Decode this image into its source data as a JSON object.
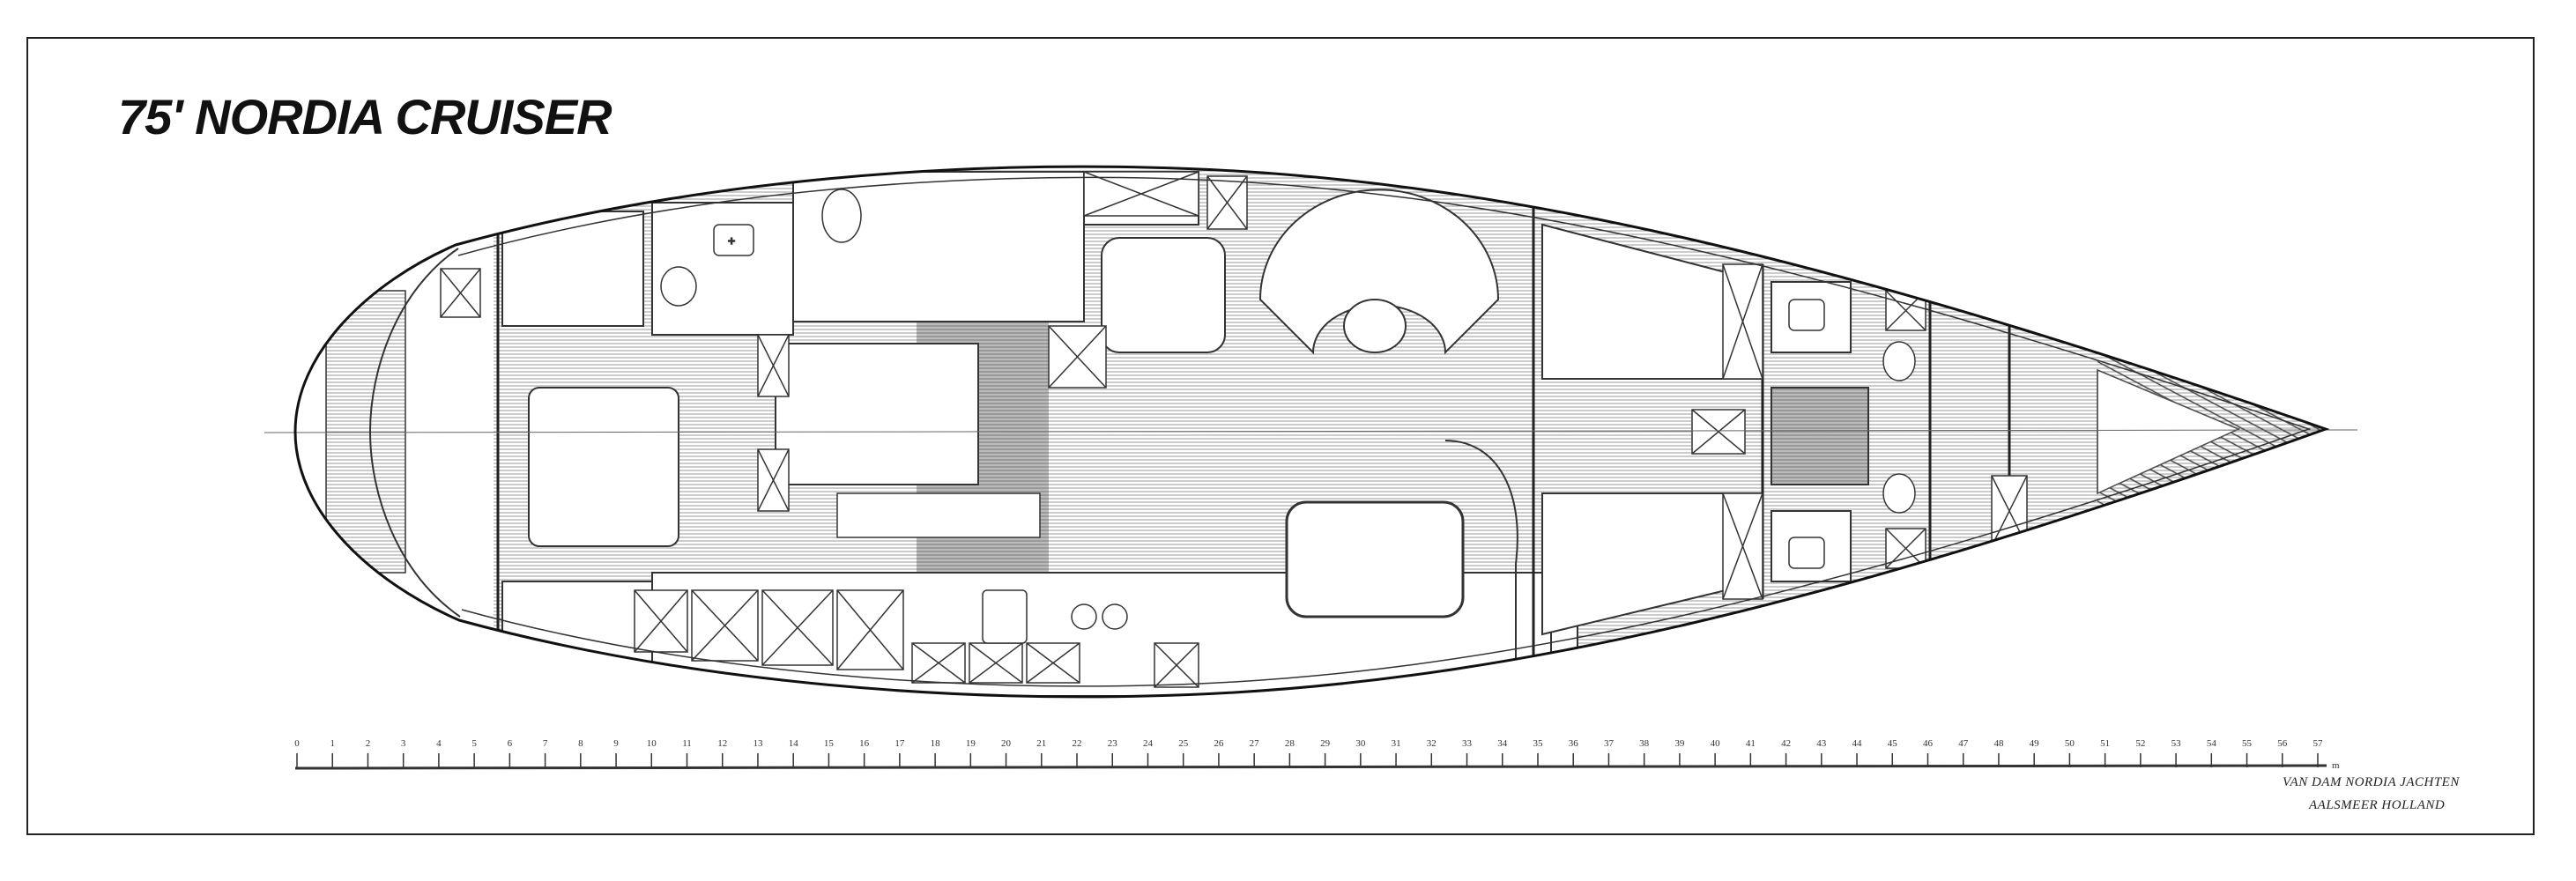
{
  "title": "75' NORDIA CRUISER",
  "builder": {
    "line1": "VAN DAM NORDIA JACHTEN",
    "line2": "AALSMEER HOLLAND"
  },
  "scale": {
    "labels": [
      "0",
      "1",
      "2",
      "3",
      "4",
      "5",
      "6",
      "7",
      "8",
      "9",
      "10",
      "11",
      "12",
      "13",
      "14",
      "15",
      "16",
      "17",
      "18",
      "19",
      "20",
      "21",
      "22",
      "23",
      "24",
      "25",
      "26",
      "27",
      "28",
      "29",
      "30",
      "31",
      "32",
      "33",
      "34",
      "35",
      "36",
      "37",
      "38",
      "39",
      "40",
      "41",
      "42",
      "43",
      "44",
      "45",
      "46",
      "47",
      "48",
      "49",
      "50",
      "51",
      "52",
      "53",
      "54",
      "55",
      "56",
      "57"
    ],
    "unit": "m"
  }
}
